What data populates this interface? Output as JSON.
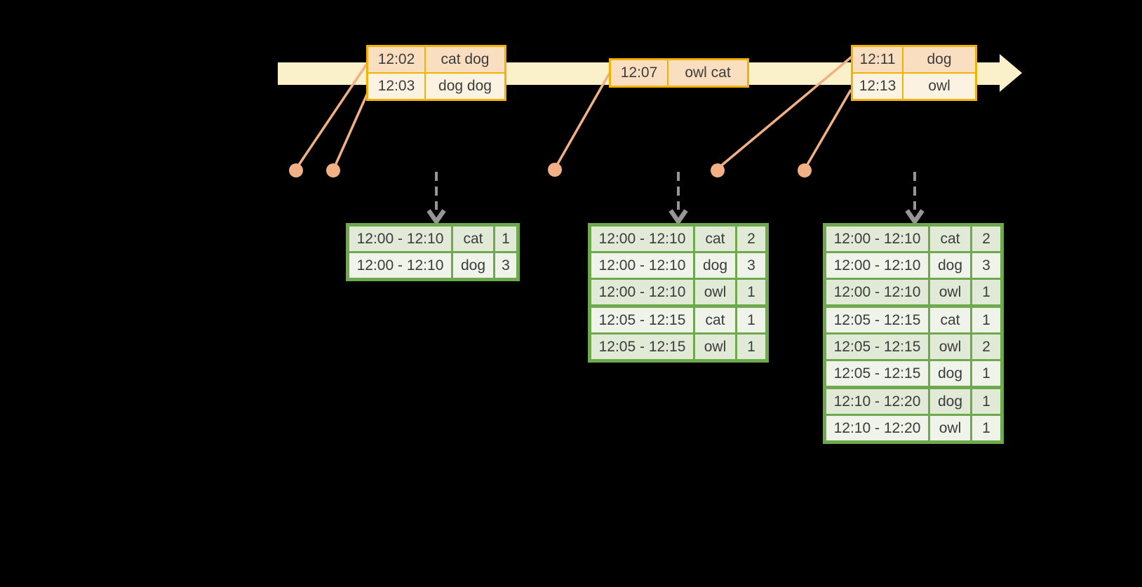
{
  "palette": {
    "background": "#000000",
    "timeline_fill": "#FAF0CA",
    "event_border": "#F2B202",
    "event_row_dark": "#F9DFC0",
    "event_row_light": "#FCF2E2",
    "connector": "#F1B085",
    "trigger_arrow": "#969696",
    "result_border": "#6EA94E",
    "result_row_dark": "#E1EAD6",
    "result_row_light": "#EFF3EA",
    "text": "#3C3C3C"
  },
  "event_batches": [
    {
      "rows": [
        {
          "time": "12:02",
          "words": "cat dog"
        },
        {
          "time": "12:03",
          "words": "dog dog"
        }
      ]
    },
    {
      "rows": [
        {
          "time": "12:07",
          "words": "owl cat"
        }
      ]
    },
    {
      "rows": [
        {
          "time": "12:11",
          "words": "dog"
        },
        {
          "time": "12:13",
          "words": "owl"
        }
      ]
    }
  ],
  "result_tables": [
    {
      "rows": [
        {
          "window": "12:00 - 12:10",
          "word": "cat",
          "count": "1"
        },
        {
          "window": "12:00 - 12:10",
          "word": "dog",
          "count": "3"
        }
      ]
    },
    {
      "rows": [
        {
          "window": "12:00 - 12:10",
          "word": "cat",
          "count": "2"
        },
        {
          "window": "12:00 - 12:10",
          "word": "dog",
          "count": "3"
        },
        {
          "window": "12:00 - 12:10",
          "word": "owl",
          "count": "1"
        },
        {
          "window": "12:05 - 12:15",
          "word": "cat",
          "count": "1",
          "group_start": true
        },
        {
          "window": "12:05 - 12:15",
          "word": "owl",
          "count": "1"
        }
      ]
    },
    {
      "rows": [
        {
          "window": "12:00 - 12:10",
          "word": "cat",
          "count": "2"
        },
        {
          "window": "12:00 - 12:10",
          "word": "dog",
          "count": "3"
        },
        {
          "window": "12:00 - 12:10",
          "word": "owl",
          "count": "1"
        },
        {
          "window": "12:05 - 12:15",
          "word": "cat",
          "count": "1",
          "group_start": true
        },
        {
          "window": "12:05 - 12:15",
          "word": "owl",
          "count": "2"
        },
        {
          "window": "12:05 - 12:15",
          "word": "dog",
          "count": "1"
        },
        {
          "window": "12:10 - 12:20",
          "word": "dog",
          "count": "1",
          "group_start": true
        },
        {
          "window": "12:10 - 12:20",
          "word": "owl",
          "count": "1"
        }
      ]
    }
  ]
}
